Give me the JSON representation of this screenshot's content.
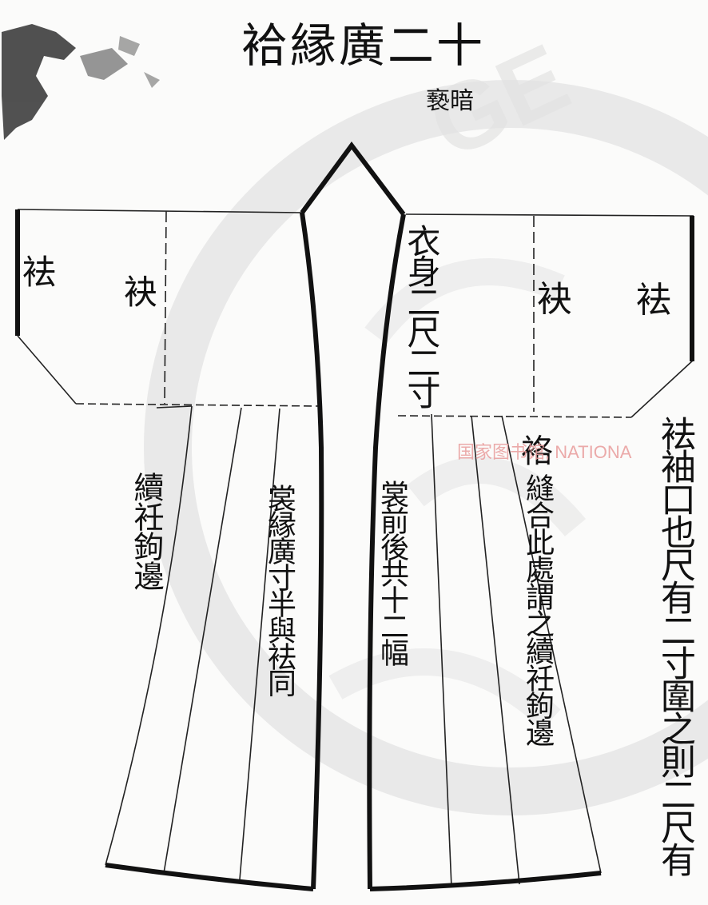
{
  "document": {
    "title": "袷縁廣二十",
    "title_small": "䙝暗"
  },
  "labels": {
    "qu_left": "袪",
    "mei_left": "袂",
    "mei_right": "袂",
    "qu_right": "袪",
    "body": "衣身二尺二寸",
    "xu_ren": "續衽鉤邊",
    "chang_yuan": "裳縁廣寸半與袪同",
    "chang_qian": "裳前後共十二幅",
    "ge": "袼",
    "feng_he": "縫合此處謂之續衽鉤邊",
    "right_column": "袪袖口也尺有二寸圍之則二尺有"
  },
  "stamp": {
    "text": "国家图书馆, NATIONA"
  },
  "colors": {
    "ink": "#111111",
    "paper": "#fbfbfa",
    "stamp_red": "#e99c9c",
    "watermark_gray": "#d9d9d9"
  }
}
